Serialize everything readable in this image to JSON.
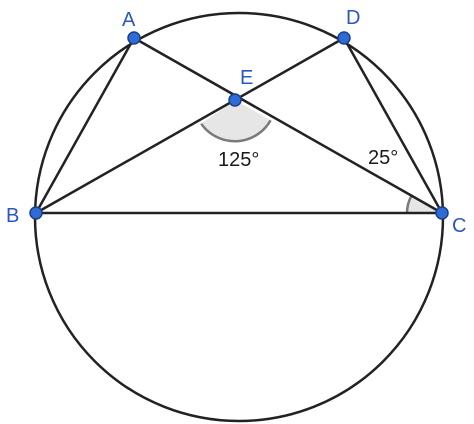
{
  "diagram": {
    "points": {
      "A": "A",
      "B": "B",
      "C": "C",
      "D": "D",
      "E": "E"
    },
    "angles": {
      "angle_BEC": "125°",
      "angle_ECB": "25°"
    },
    "colors": {
      "line": "#222222",
      "point_fill": "#2f6bd6",
      "point_stroke": "#1c3f85",
      "label": "#2a56c6",
      "arc_fill": "#e6e6e6",
      "arc_stroke": "#7a7a7a"
    }
  }
}
